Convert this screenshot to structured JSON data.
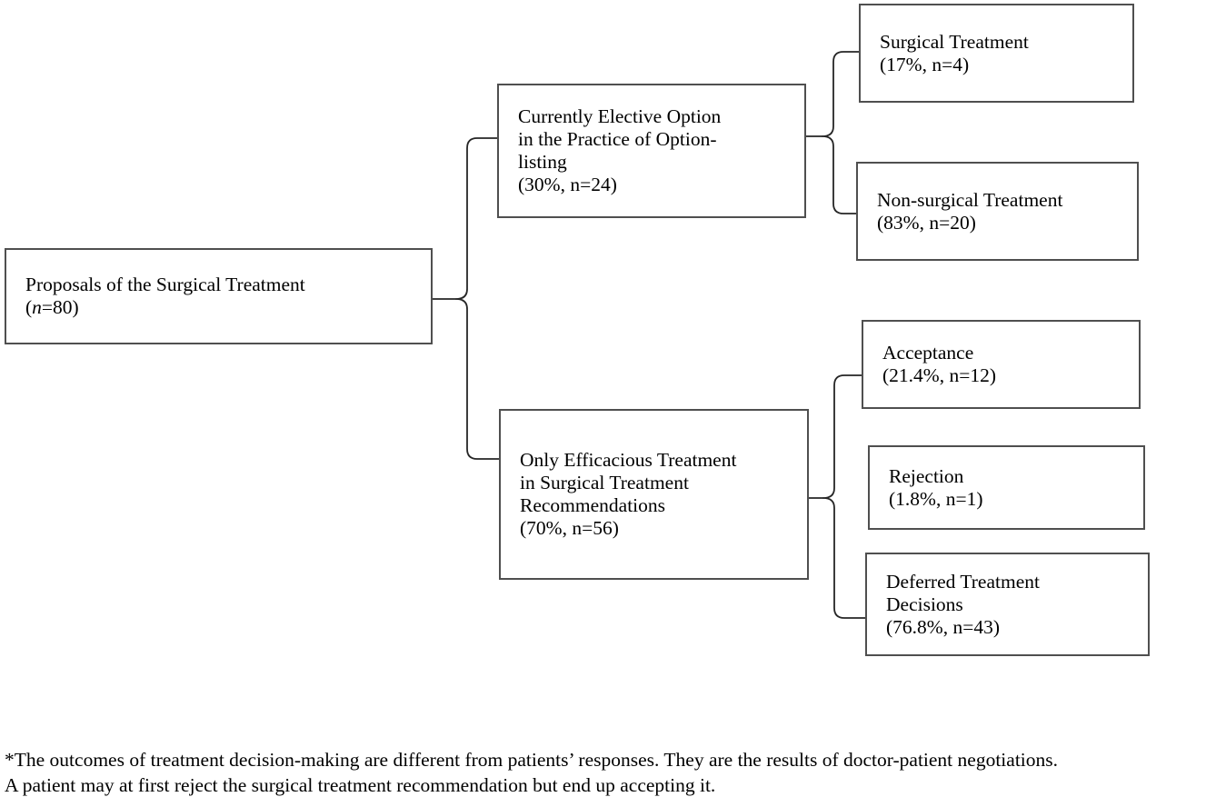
{
  "figure_type": "flowchart",
  "colors": {
    "background": "#ffffff",
    "border": "#4f4f4f",
    "line": "#262626",
    "text": "#000000"
  },
  "nodes": {
    "root": {
      "lines": [
        "Proposals of the Surgical Treatment"
      ],
      "stat": {
        "open": "(",
        "n": "n",
        "rest": "=80)"
      }
    },
    "branch_top": {
      "lines": [
        "Currently Elective Option",
        "in the Practice of Option-",
        "listing",
        "(30%, n=24)"
      ]
    },
    "branch_bottom": {
      "lines": [
        "Only Efficacious Treatment",
        "in Surgical Treatment",
        "Recommendations",
        "(70%, n=56)"
      ]
    },
    "leaf_surgical": {
      "lines": [
        "Surgical Treatment",
        "(17%, n=4)"
      ]
    },
    "leaf_nonsurgical": {
      "lines": [
        "Non-surgical Treatment",
        "(83%, n=20)"
      ]
    },
    "leaf_acceptance": {
      "lines": [
        "Acceptance",
        "(21.4%, n=12)"
      ]
    },
    "leaf_rejection": {
      "lines": [
        "Rejection",
        "(1.8%, n=1)"
      ]
    },
    "leaf_deferred": {
      "lines": [
        "Deferred Treatment",
        "Decisions",
        "(76.8%, n=43)"
      ]
    }
  },
  "footnote": {
    "line1": "*The outcomes of treatment decision-making are different from patients’ responses. They are the results of doctor-patient negotiations.",
    "line2": "A patient may at first reject the surgical treatment recommendation but end up accepting it."
  }
}
